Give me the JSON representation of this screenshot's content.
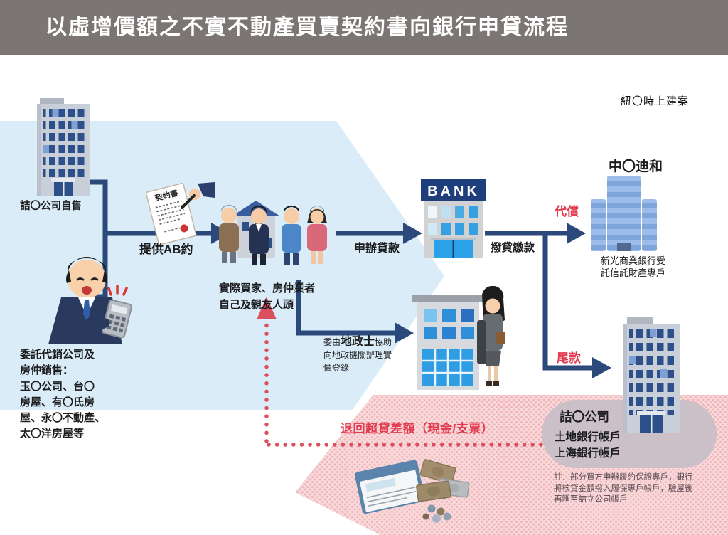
{
  "header": {
    "title": "以虛增價額之不實不動產買賣契約書向銀行申貸流程"
  },
  "corner_note": "紐〇時上建案",
  "colors": {
    "header_bg": "#7b7673",
    "flow_blue_bg": "#d9ecf7",
    "flow_pink_bg": "#f7d2d4",
    "arrow_navy": "#2b4a7b",
    "accent_red": "#e23a4e",
    "blob_gray": "#cbc0c8"
  },
  "nodes": {
    "seller_building": {
      "label": "詰〇公司自售"
    },
    "contract": {
      "doc_title": "契約書"
    },
    "provide_ab": {
      "label": "提供AB約"
    },
    "buyers": {
      "line1": "實際買家、房仲業者",
      "line2": "自己及親友人頭"
    },
    "apply_loan": {
      "label": "申辦貸款"
    },
    "bank": {
      "sign": "BANK"
    },
    "disburse": {
      "label": "撥貸繳款"
    },
    "repay": {
      "label": "代償"
    },
    "final_payment": {
      "label": "尾款"
    },
    "zhongdihe": {
      "title": "中〇迪和",
      "caption_line1": "新光商業銀行受",
      "caption_line2": "託信託財產專戶"
    },
    "land_agent": {
      "seg1": "委由",
      "seg2": "地政士",
      "seg3": "協助",
      "line2": "向地政機關辦理實",
      "line3": "價登錄"
    },
    "agent_man": {
      "lines": [
        "委託代銷公司及",
        "房仲銷售：",
        "玉〇公司、台〇",
        "房屋、有〇氏房",
        "屋、永〇不動產、",
        "太〇洋房屋等"
      ]
    },
    "refund": {
      "label": "退回超貸差額（現金/支票）"
    },
    "company_blob": {
      "name": "詰〇公司",
      "account1": "土地銀行帳戶",
      "account2": "上海銀行帳戶"
    },
    "note": {
      "line1": "註：部分買方申辦履約保證專戶，銀行",
      "line2": "將核貸金額撥入履保專戶帳戶，驗屋後",
      "line3": "再匯至詰立公司帳戶"
    }
  }
}
